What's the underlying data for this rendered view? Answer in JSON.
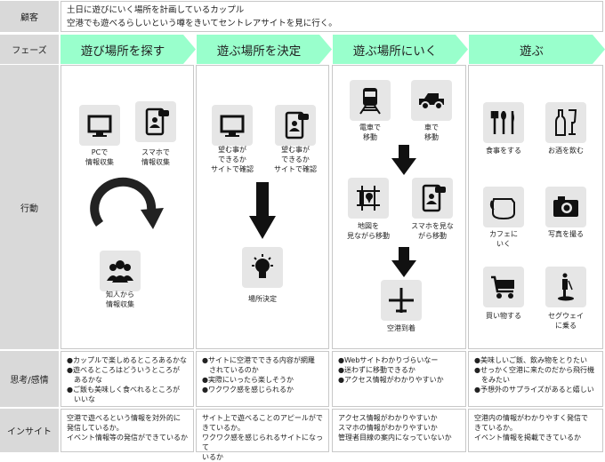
{
  "rows": {
    "customer": "顧客",
    "phase": "フェーズ",
    "action": "行動",
    "thoughts": "思考/感情",
    "insight": "インサイト"
  },
  "customer_text": "土日に遊びにいく場所を計画しているカップル\n空港でも遊べるらしいという噂をきいてセントレアサイトを見に行く。",
  "phase_color": "#99ffcc",
  "phases": [
    "遊び場所を探す",
    "遊ぶ場所を決定",
    "遊ぶ場所にいく",
    "遊ぶ"
  ],
  "actions": [
    [
      {
        "icon": "pc-icon",
        "label": "PCで\n情報収集"
      },
      {
        "icon": "smartphone-icon",
        "label": "スマホで\n情報収集"
      },
      {
        "icon": "people-icon",
        "label": "知人から\n情報収集"
      }
    ],
    [
      {
        "icon": "pc-icon",
        "label": "望む事が\nできるか\nサイトで確認"
      },
      {
        "icon": "smartphone-icon",
        "label": "望む事が\nできるか\nサイトで確認"
      },
      {
        "icon": "lightbulb-icon",
        "label": "場所決定"
      }
    ],
    [
      {
        "icon": "train-icon",
        "label": "電車で\n移動"
      },
      {
        "icon": "car-icon",
        "label": "車で\n移動"
      },
      {
        "icon": "map-icon",
        "label": "地図を\n見ながら移動"
      },
      {
        "icon": "smartphone-icon",
        "label": "スマホを見な\nがら移動"
      },
      {
        "icon": "airplane-icon",
        "label": "空港到着"
      }
    ],
    [
      {
        "icon": "cutlery-icon",
        "label": "食事をする"
      },
      {
        "icon": "drinks-icon",
        "label": "お酒を飲む"
      },
      {
        "icon": "coffee-pot-icon",
        "label": "カフェに\nいく"
      },
      {
        "icon": "camera-icon",
        "label": "写真を撮る"
      },
      {
        "icon": "cart-icon",
        "label": "買い物する"
      },
      {
        "icon": "segway-icon",
        "label": "セグウェイ\nに乗る"
      }
    ]
  ],
  "thoughts": [
    "●カップルで楽しめるところあるかな\n●遊べるところはどういうところが\n　あるかな\n●ご飯も美味しく食べれるところが\n　いいな",
    "●サイトに空港でできる内容が網羅\n　されているのか\n●実際にいったら楽しそうか\n●ワクワク感を感じられるか",
    "●Webサイトわかりづらいなー\n●迷わずに移動できるか\n●アクセス情報がわかりやすいか",
    "●美味しいご飯、飲み物をとりたい\n●せっかく空港に来たのだから飛行機\n　をみたい\n●予想外のサプライズがあると嬉しい"
  ],
  "insights": [
    "空港で遊べるという情報を対外的に\n発信しているか。\nイベント情報等の発信ができているか",
    "サイト上で遊べることのアピールがで\nきているか。\nワクワク感を感じられるサイトになって\nいるか",
    "アクセス情報がわかりやすいか\nスマホの情報がわかりやすいか\n管理者目線の案内になっていないか",
    "空港内の情報がわかりやすく発信で\nきているか。\nイベント情報を掲載できているか"
  ]
}
